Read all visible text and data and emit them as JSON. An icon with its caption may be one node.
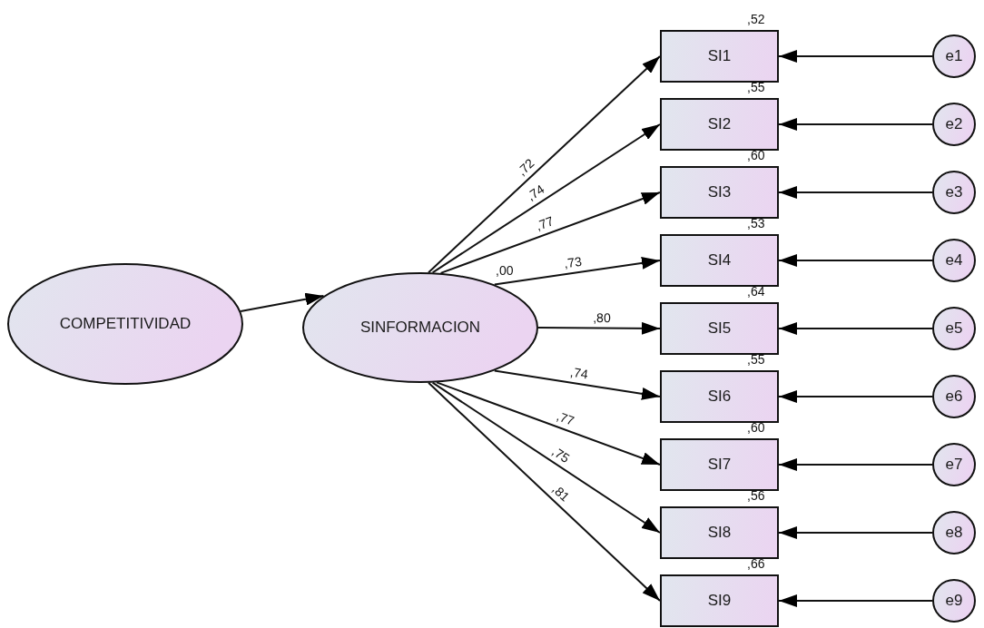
{
  "diagram": {
    "nodes": [
      {
        "text": [
          "COMPETITIVIDAD"
        ]
      },
      {
        "text": [
          "SINFORMACION"
        ],
        "beside": [
          ",00"
        ]
      },
      {
        "text": [
          "SI1"
        ],
        "beside": [
          ",52"
        ]
      },
      {
        "text": [
          "SI2"
        ],
        "beside": [
          ",55"
        ]
      },
      {
        "text": [
          "SI3"
        ],
        "beside": [
          ",60"
        ]
      },
      {
        "text": [
          "SI4"
        ],
        "beside": [
          ",53"
        ]
      },
      {
        "text": [
          "SI5"
        ],
        "beside": [
          ",64"
        ]
      },
      {
        "text": [
          "SI6"
        ],
        "beside": [
          ",55"
        ]
      },
      {
        "text": [
          "SI7"
        ],
        "beside": [
          ",60"
        ]
      },
      {
        "text": [
          "SI8"
        ],
        "beside": [
          ",56"
        ]
      },
      {
        "text": [
          "SI9"
        ],
        "beside": [
          ",66"
        ]
      },
      {
        "text": [
          "e1"
        ]
      },
      {
        "text": [
          "e2"
        ]
      },
      {
        "text": [
          "e3"
        ]
      },
      {
        "text": [
          "e4"
        ]
      },
      {
        "text": [
          "e5"
        ]
      },
      {
        "text": [
          "e6"
        ]
      },
      {
        "text": [
          "e7"
        ]
      },
      {
        "text": [
          "e8"
        ]
      },
      {
        "text": [
          "e9"
        ]
      }
    ],
    "edges": [
      {
        "from": 0,
        "to": 1,
        "arrow": "to"
      },
      {
        "from": 1,
        "to": 2,
        "arrow": "to",
        "label": ",72"
      },
      {
        "from": 1,
        "to": 3,
        "arrow": "to",
        "label": ",74"
      },
      {
        "from": 1,
        "to": 4,
        "arrow": "to",
        "label": ",77"
      },
      {
        "from": 1,
        "to": 5,
        "arrow": "to",
        "label": ",73"
      },
      {
        "from": 1,
        "to": 6,
        "arrow": "to",
        "label": ",80"
      },
      {
        "from": 1,
        "to": 7,
        "arrow": "to",
        "label": ",74"
      },
      {
        "from": 1,
        "to": 8,
        "arrow": "to",
        "label": ",77"
      },
      {
        "from": 1,
        "to": 9,
        "arrow": "to",
        "label": ",75"
      },
      {
        "from": 1,
        "to": 10,
        "arrow": "to",
        "label": ",81"
      },
      {
        "from": 11,
        "to": 2,
        "arrow": "to"
      },
      {
        "from": 12,
        "to": 3,
        "arrow": "to"
      },
      {
        "from": 13,
        "to": 4,
        "arrow": "to"
      },
      {
        "from": 14,
        "to": 5,
        "arrow": "to"
      },
      {
        "from": 15,
        "to": 6,
        "arrow": "to"
      },
      {
        "from": 16,
        "to": 7,
        "arrow": "to"
      },
      {
        "from": 17,
        "to": 8,
        "arrow": "to"
      },
      {
        "from": 18,
        "to": 9,
        "arrow": "to"
      },
      {
        "from": 19,
        "to": 10,
        "arrow": "to"
      }
    ]
  }
}
